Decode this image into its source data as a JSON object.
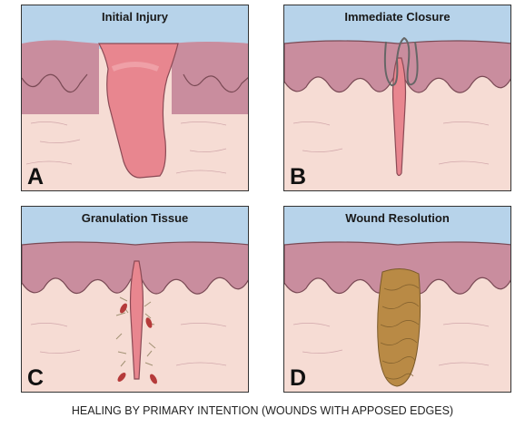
{
  "panels": [
    {
      "title": "Initial Injury",
      "letter": "A"
    },
    {
      "title": "Immediate Closure",
      "letter": "B"
    },
    {
      "title": "Granulation Tissue",
      "letter": "C"
    },
    {
      "title": "Wound Resolution",
      "letter": "D"
    }
  ],
  "caption": "HEALING BY PRIMARY INTENTION (WOUNDS WITH APPOSED EDGES)",
  "colors": {
    "sky": "#b7d3ea",
    "epidermis": "#c98d9e",
    "dermis": "#f6dcd4",
    "wound": "#e8868f",
    "granulation": "#b98a45"
  }
}
